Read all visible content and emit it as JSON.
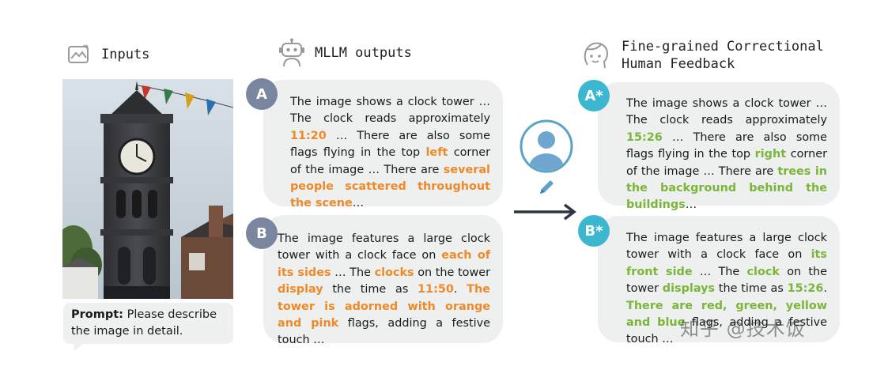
{
  "inputs": {
    "title": "Inputs",
    "prompt": {
      "label": "Prompt:",
      "text": "Please describe the image in detail."
    }
  },
  "mllm": {
    "title": "MLLM outputs",
    "a": {
      "badge": "A",
      "segments": [
        {
          "t": "The image shows a clock tower … The clock reads approximately ",
          "c": ""
        },
        {
          "t": "11:20",
          "c": "hl-o"
        },
        {
          "t": " … There are also some flags flying in the top ",
          "c": ""
        },
        {
          "t": "left",
          "c": "hl-o"
        },
        {
          "t": " corner of the image … There are ",
          "c": ""
        },
        {
          "t": "several people scattered throughout the scene",
          "c": "hl-o"
        },
        {
          "t": "…",
          "c": ""
        }
      ]
    },
    "b": {
      "badge": "B",
      "segments": [
        {
          "t": "The image features a large clock tower with a clock face on ",
          "c": ""
        },
        {
          "t": "each of its sides",
          "c": "hl-o"
        },
        {
          "t": " … The ",
          "c": ""
        },
        {
          "t": "clocks",
          "c": "hl-o"
        },
        {
          "t": " on the tower ",
          "c": ""
        },
        {
          "t": "display",
          "c": "hl-o"
        },
        {
          "t": " the time as ",
          "c": ""
        },
        {
          "t": "11:50",
          "c": "hl-o"
        },
        {
          "t": ". ",
          "c": ""
        },
        {
          "t": "The tower is adorned with orange and pink",
          "c": "hl-o"
        },
        {
          "t": " flags, adding a festive touch …",
          "c": ""
        }
      ]
    }
  },
  "feedback": {
    "title": "Fine-grained Correctional\nHuman Feedback",
    "a": {
      "badge": "A*",
      "segments": [
        {
          "t": "The image shows a clock tower … The clock reads approximately ",
          "c": ""
        },
        {
          "t": "15:26",
          "c": "hl-g"
        },
        {
          "t": " … There are also some flags flying in the top ",
          "c": ""
        },
        {
          "t": "right",
          "c": "hl-g"
        },
        {
          "t": " corner of the image … There are ",
          "c": ""
        },
        {
          "t": "trees in the background behind the buildings",
          "c": "hl-g"
        },
        {
          "t": "…",
          "c": ""
        }
      ]
    },
    "b": {
      "badge": "B*",
      "segments": [
        {
          "t": "The image features a large clock tower with a clock face on ",
          "c": ""
        },
        {
          "t": "its front side",
          "c": "hl-g"
        },
        {
          "t": " … The ",
          "c": ""
        },
        {
          "t": "clock",
          "c": "hl-g"
        },
        {
          "t": " on the tower ",
          "c": ""
        },
        {
          "t": "displays",
          "c": "hl-g"
        },
        {
          "t": " the time as ",
          "c": ""
        },
        {
          "t": "15:26",
          "c": "hl-g"
        },
        {
          "t": ". ",
          "c": ""
        },
        {
          "t": "There are red, green, yellow and blue",
          "c": "hl-g"
        },
        {
          "t": " flags, adding a festive touch …",
          "c": ""
        }
      ]
    }
  },
  "watermark": "知乎 @技术饭",
  "colors": {
    "orange": "#ee8a28",
    "green": "#7ab63a",
    "teal": "#3bb7d0",
    "gray_badge": "#7a86a0",
    "bubble": "#eeefef"
  },
  "icons": [
    "image-icon",
    "robot-icon",
    "human-head-icon",
    "user-avatar-icon",
    "pencil-icon",
    "arrow-right-icon"
  ]
}
